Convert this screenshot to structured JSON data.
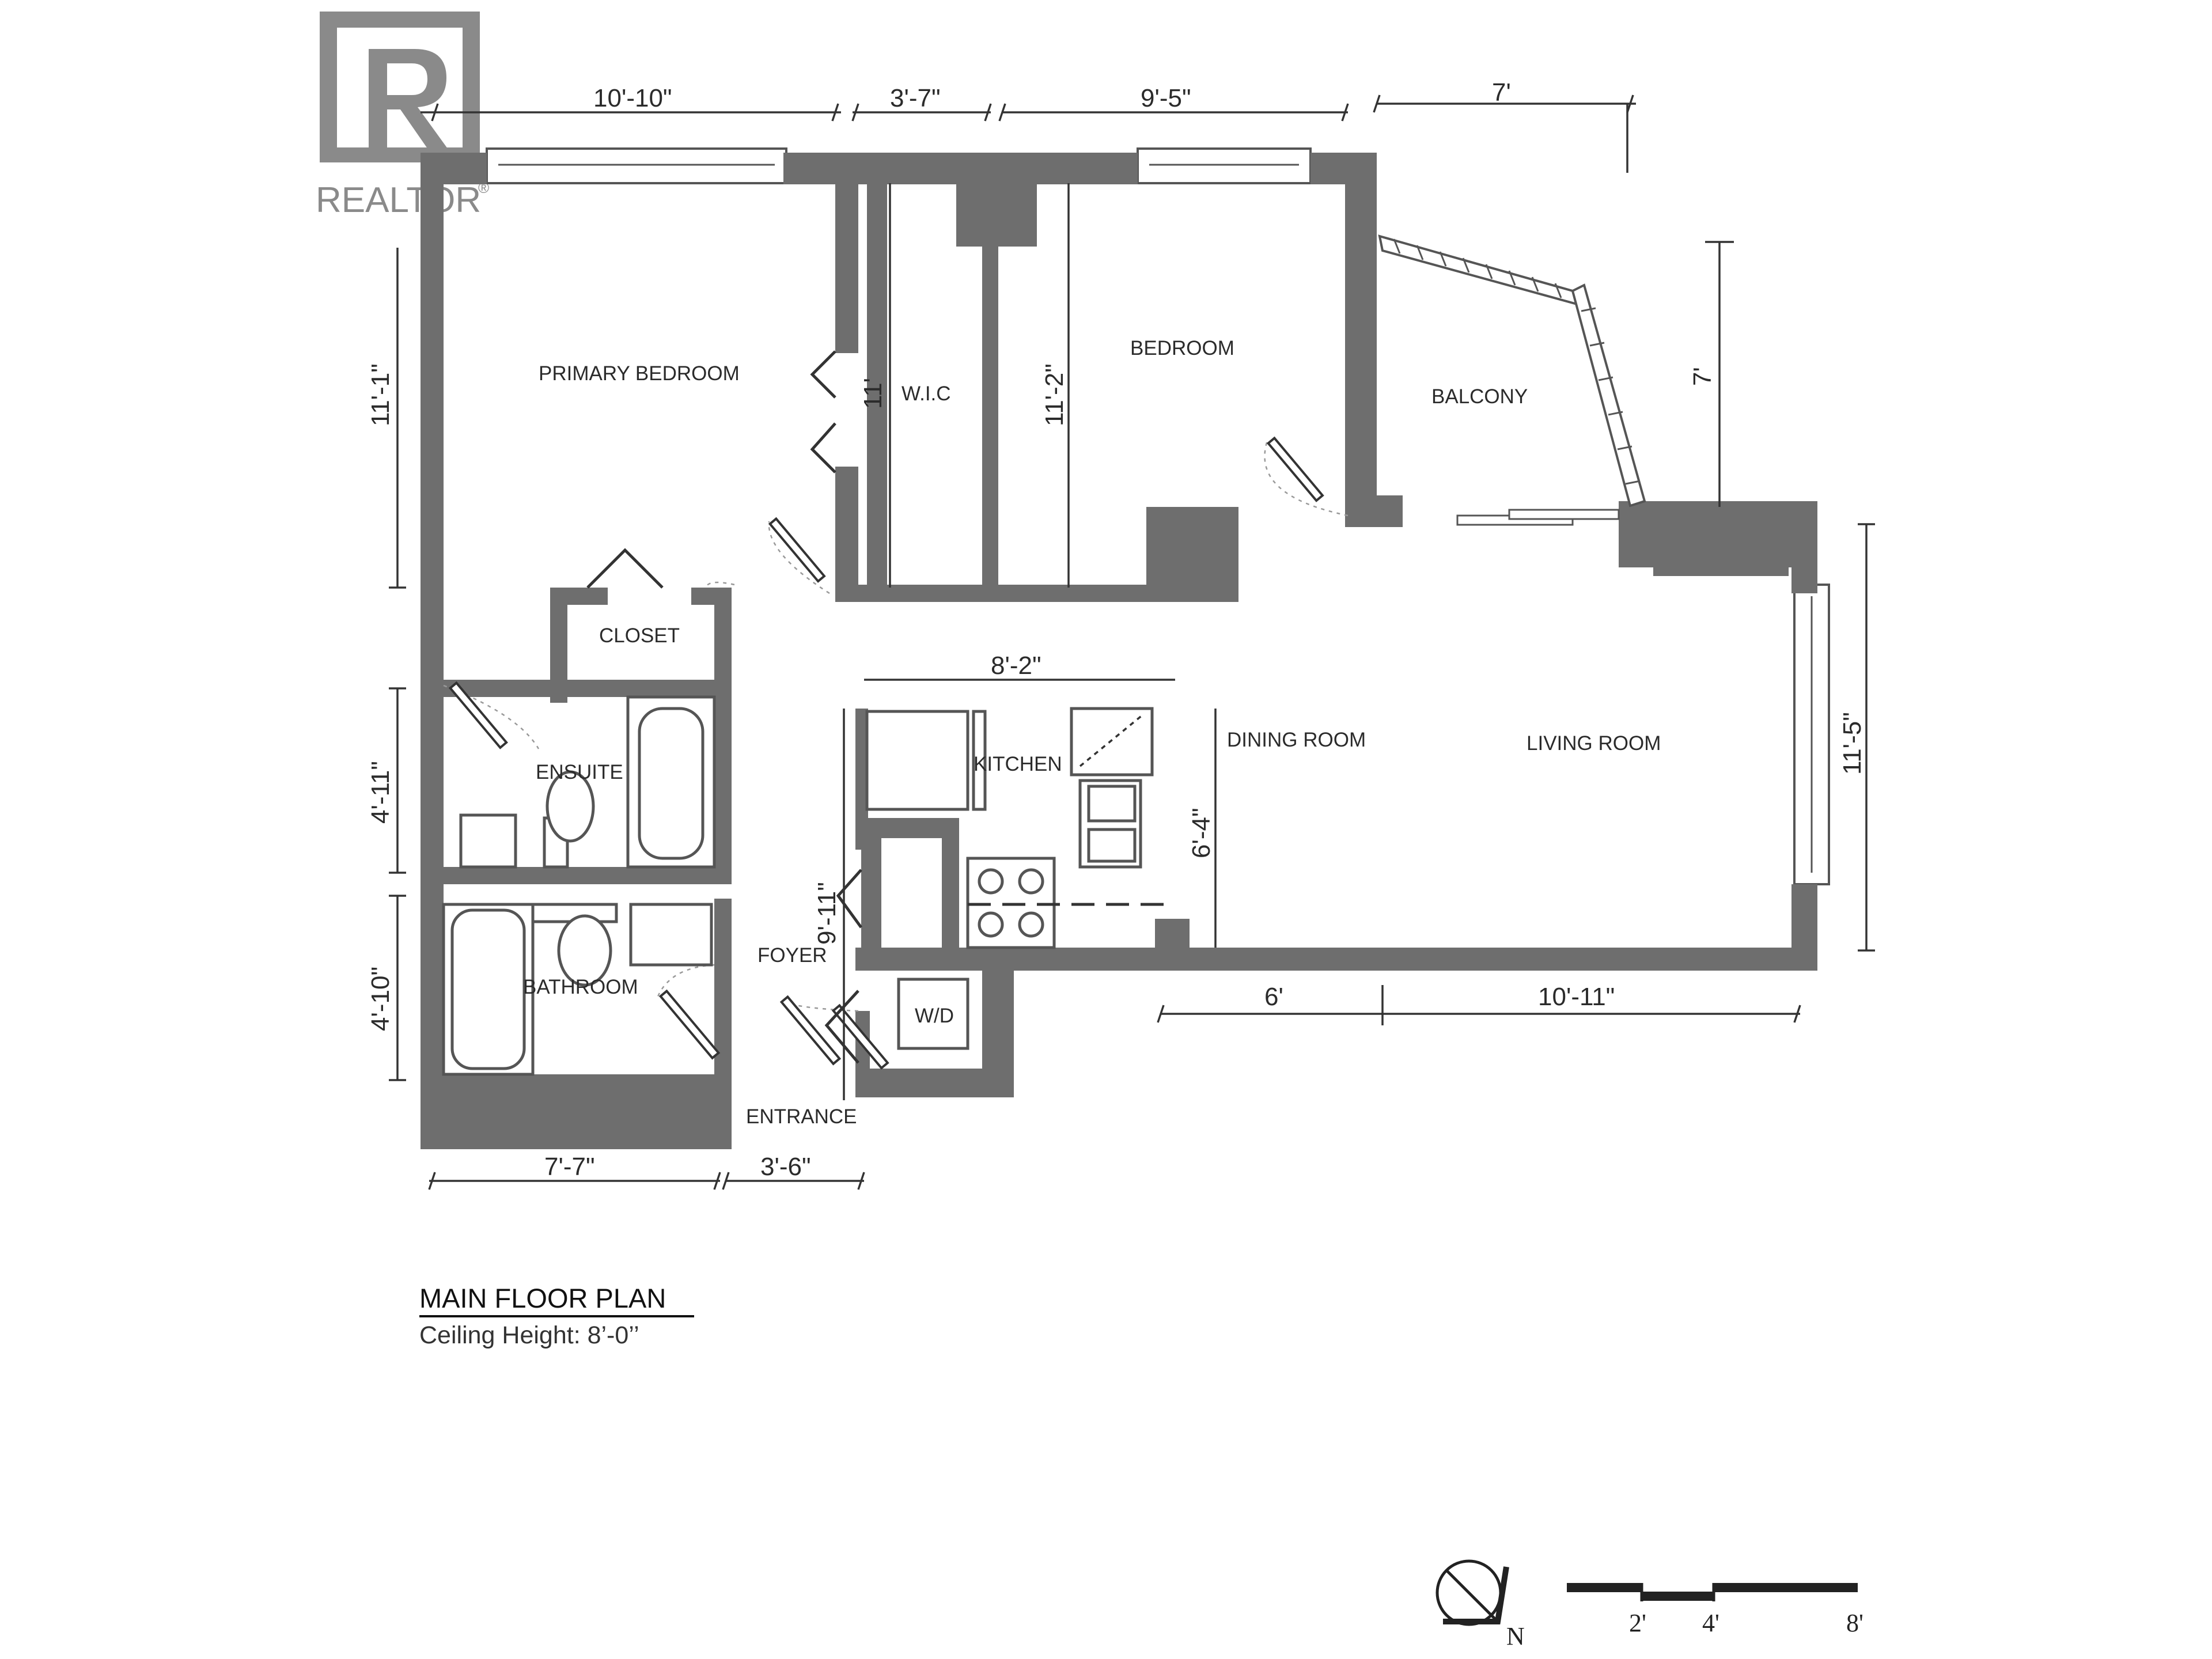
{
  "logo": {
    "text": "REALTOR",
    "mark": "R",
    "registered": "®"
  },
  "rooms": {
    "primary_bedroom": "PRIMARY BEDROOM",
    "wic": "W.I.C",
    "bedroom": "BEDROOM",
    "balcony": "BALCONY",
    "closet": "CLOSET",
    "ensuite": "ENSUITE",
    "kitchen": "KITCHEN",
    "dining_room": "DINING ROOM",
    "living_room": "LIVING ROOM",
    "bathroom": "BATHROOM",
    "foyer": "FOYER",
    "wd": "W/D",
    "entrance": "ENTRANCE"
  },
  "dimensions": {
    "top_primary": "10'-10\"",
    "top_wic": "3'-7\"",
    "top_bedroom": "9'-5\"",
    "top_balcony": "7'",
    "left_primary": "11'-1\"",
    "wic_height": "11'",
    "bedroom_height": "11'-2\"",
    "balcony_height": "7'",
    "left_ensuite": "4'-11\"",
    "left_bathroom": "4'-10\"",
    "kitchen_width": "8'-2\"",
    "kitchen_height": "9'-11\"",
    "dining_height": "6'-4\"",
    "living_height": "11'-5\"",
    "bottom_dining": "6'",
    "bottom_living": "10'-11\"",
    "bottom_bathroom": "7'-7\"",
    "bottom_entrance": "3'-6\""
  },
  "plan": {
    "title": "MAIN FLOOR PLAN",
    "ceiling": "Ceiling Height: 8’-0’’"
  },
  "compass": {
    "label": "N"
  },
  "scale": {
    "labels": [
      "2'",
      "4'",
      "8'"
    ]
  },
  "colors": {
    "wall": "#6e6e6e",
    "ink": "#2b2b2b",
    "logo": "#8a8a8a"
  }
}
